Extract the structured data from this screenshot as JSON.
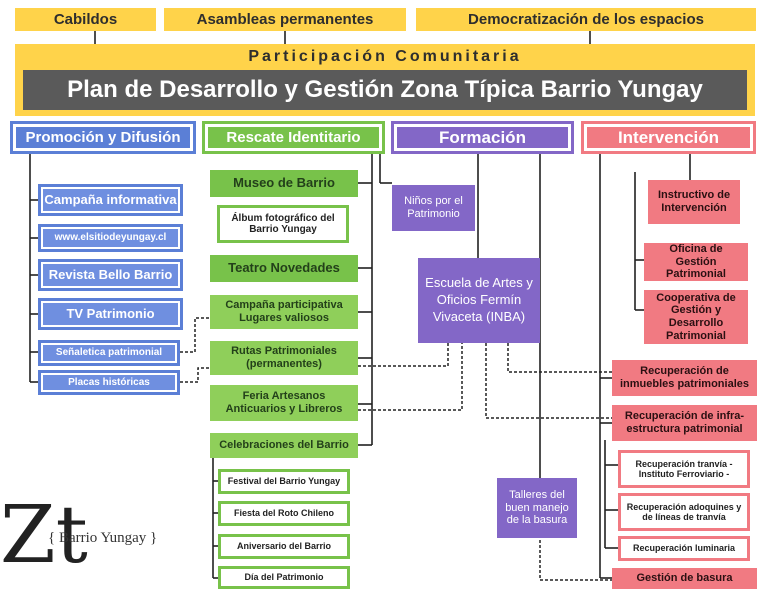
{
  "header": {
    "top_boxes": [
      "Cabildos",
      "Asambleas permanentes",
      "Democratización de los espacios"
    ],
    "participacion": "Participación Comunitaria",
    "plan_title": "Plan de Desarrollo y Gestión Zona Típica Barrio Yungay"
  },
  "columns": {
    "promocion": {
      "title": "Promoción y Difusión",
      "items": [
        "Campaña informativa",
        "www.elsitiodeyungay.cl",
        "Revista Bello Barrio",
        "TV Patrimonio",
        "Señaletica patrimonial",
        "Placas históricas"
      ]
    },
    "rescate": {
      "title": "Rescate Identitario",
      "items": [
        "Museo de Barrio",
        "Álbum fotográfico del Barrio Yungay",
        "Teatro Novedades",
        "Campaña participativa Lugares valiosos",
        "Rutas Patrimoniales (permanentes)",
        "Feria Artesanos Anticuarios y Libreros",
        "Celebraciones del Barrio"
      ],
      "celebraciones": [
        "Festival del Barrio Yungay",
        "Fiesta del Roto Chileno",
        "Aniversario del Barrio",
        "Día del Patrimonio"
      ]
    },
    "formacion": {
      "title": "Formación",
      "items": [
        "Niños por el Patrimonio",
        "Escuela de Artes y Oficios Fermín Vivaceta (INBA)",
        "Talleres del buen manejo de la basura"
      ]
    },
    "intervencion": {
      "title": "Intervención",
      "items": [
        "Instructivo de Intervención",
        "Oficina de Gestión Patrimonial",
        "Cooperativa de Gestión y Desarrollo Patrimonial",
        "Recuperación de inmuebles patrimoniales",
        "Recuperación de infra-estructura patrimonial",
        "Gestión de basura"
      ],
      "infra": [
        "Recuperación tranvía -Instituto Ferroviario -",
        "Recuperación adoquines y de líneas de tranvía",
        "Recuperación luminaria"
      ]
    }
  },
  "logo": {
    "symbol": "Zt",
    "text": "{ Barrio Yungay }"
  },
  "colors": {
    "yellow": "#ffd34a",
    "dark_bar": "#5a5a5a",
    "blue": "#5b7fd6",
    "green": "#78c24a",
    "purple": "#8367c7",
    "red": "#f17a82"
  }
}
